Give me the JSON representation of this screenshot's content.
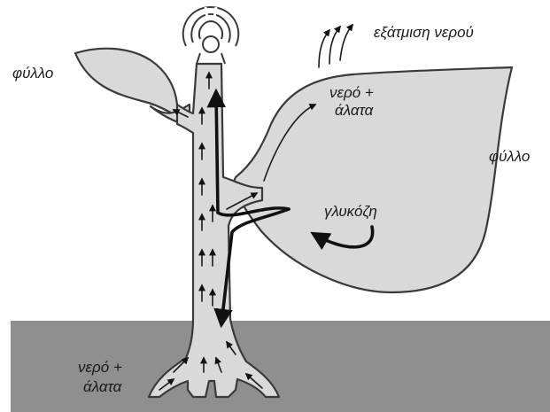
{
  "labels": {
    "evaporation": "εξάτμιση νερού",
    "leaf_left": "φύλλο",
    "leaf_right": "φύλλο",
    "water_salts_leaf_1": "νερό +",
    "water_salts_leaf_2": "άλατα",
    "glucose": "γλυκόζη",
    "water_salts_root_1": "νερό +",
    "water_salts_root_2": "άλατα"
  },
  "colors": {
    "plant_fill": "#d9d9d9",
    "soil_fill": "#8f8f8f",
    "outline": "#3a3a3a"
  }
}
